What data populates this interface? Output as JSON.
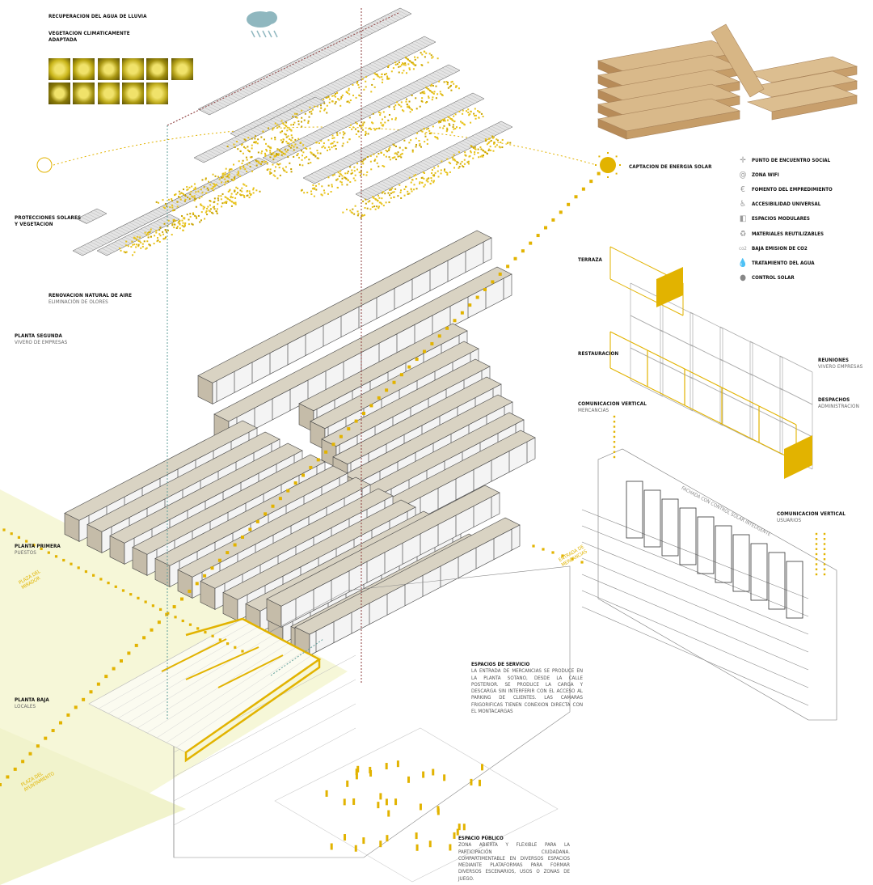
{
  "labels": {
    "rain": "RECUPERACION DEL AGUA DE LLUVIA",
    "vegetation_l1": "VEGETACION CLIMATICAMENTE",
    "vegetation_l2": "ADAPTADA",
    "solar_capture": "CAPTACION DE ENERGIA SOLAR",
    "protections_l1": "PROTECCIONES SOLARES",
    "protections_l2": "Y VEGETACION",
    "air_title": "RENOVACION NATURAL DE AIRE",
    "air_sub": "ELIMINACIÓN DE OLORES",
    "second_title": "PLANTA SEGUNDA",
    "second_sub": "VIVERO DE EMPRESAS",
    "first_title": "PLANTA PRIMERA",
    "first_sub": "PUESTOS",
    "ground_title": "PLANTA BAJA",
    "ground_sub": "LOCALES",
    "terrace": "TERRAZA",
    "restaurant": "RESTAURACION",
    "meetings_title": "REUNIONES",
    "meetings_sub": "VIVERO EMPRESAS",
    "offices_title": "DESPACHOS",
    "offices_sub": "ADMINISTRACION",
    "vc_goods_title": "COMUNICACION VERTICAL",
    "vc_goods_sub": "MERCANCIAS",
    "vc_users_title": "COMUNICACION VERTICAL",
    "vc_users_sub": "USUARIOS",
    "facade": "FACHADA CON CONTROL SOLAR INTELIGENTE",
    "plaza_upper": "PLAZA DEL MIRADOR",
    "plaza_lower": "PLAZA DEL AYUNTAMIENTO",
    "goods_entry": "ENTRADA DE MERCANCIAS"
  },
  "service": {
    "title": "ESPACIOS DE SERVICIO",
    "body": "LA ENTRADA DE MERCANCIAS SE PRODUCE EN LA PLANTA SOTANO, DESDE LA CALLE POSTERIOR. SE PRODUCE LA CARGA Y DESCARGA SIN INTERFERIR CON EL ACCESO AL PARKING DE CLIENTES. LAS CAMARAS FRIGORIFICAS TIENEN CONEXION DIRECTA CON EL MONTACARGAS"
  },
  "public": {
    "title": "ESPACIO PÚBLICO",
    "body": "ZONA ABIERTA Y FLEXIBLE PARA LA PARTICIPACIÓN CIUDADANA. COMPARTIMENTABLE EN DIVERSOS ESPACIOS MEDIANTE PLATAFORMAS PARA FORMAR DIVERSOS ESCENARIOS, USOS O ZONAS DE JUEGO."
  },
  "legend": [
    {
      "icon": "crosshair-icon",
      "glyph": "✛",
      "label": "PUNTO DE ENCUENTRO SOCIAL"
    },
    {
      "icon": "at-icon",
      "glyph": "@",
      "label": "ZONA WIFI"
    },
    {
      "icon": "euro-icon",
      "glyph": "€",
      "label": "FOMENTO DEL EMPREDIMIENTO"
    },
    {
      "icon": "wheelchair-icon",
      "glyph": "♿",
      "label": "ACCESIBILIDAD UNIVERSAL"
    },
    {
      "icon": "cube-icon",
      "glyph": "◧",
      "label": "ESPACIOS MODULARES"
    },
    {
      "icon": "recycle-icon",
      "glyph": "♻",
      "label": "MATERIALES REUTILIZABLES"
    },
    {
      "icon": "co2-icon",
      "glyph": "co2",
      "label": "BAJA EMISION DE CO2"
    },
    {
      "icon": "water-drop-icon",
      "glyph": "💧",
      "label": "TRATAMIENTO DEL AGUA"
    },
    {
      "icon": "sun-icon",
      "glyph": "●",
      "label": "CONTROL SOLAR"
    }
  ],
  "colors": {
    "accent": "#e2b300",
    "plaza": "#f6f7d8",
    "rain": "#8b3a3a",
    "air": "#5f9e9a",
    "cloud": "#8fb7bf"
  }
}
